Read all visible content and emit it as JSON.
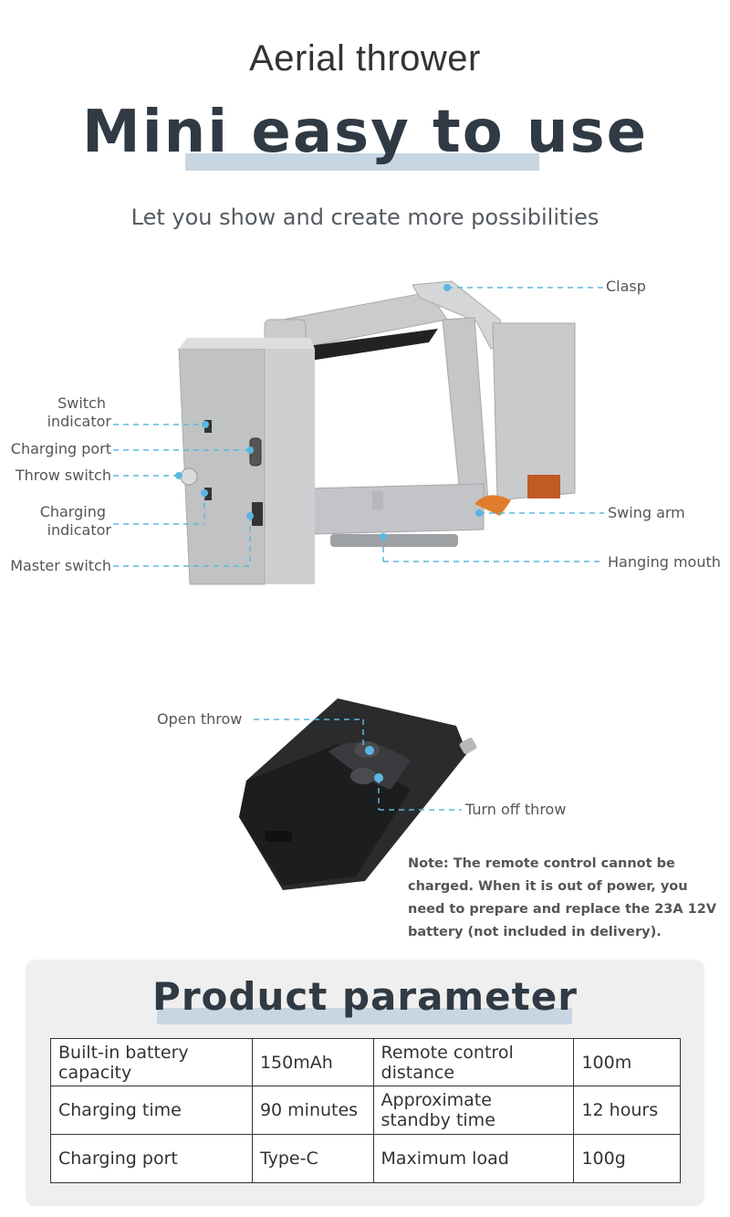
{
  "header": {
    "subtitle": "Aerial thrower",
    "title": "Mini easy to use",
    "tagline": "Let you show and create more possibilities"
  },
  "device_labels": {
    "clasp": "Clasp",
    "switch_indicator_1": "Switch",
    "switch_indicator_2": "indicator",
    "charging_port": "Charging port",
    "throw_switch": "Throw switch",
    "charging_indicator_1": "Charging",
    "charging_indicator_2": "indicator",
    "master_switch": "Master switch",
    "swing_arm": "Swing arm",
    "hanging_mouth": "Hanging mouth"
  },
  "remote_labels": {
    "open_throw": "Open throw",
    "turn_off_throw": "Turn off throw"
  },
  "note": {
    "line1": "Note: The remote control cannot be",
    "line2": "charged. When it is out of power, you",
    "line3": "need to prepare and replace the 23A 12V",
    "line4": "battery (not included in delivery)."
  },
  "parameters": {
    "title": "Product parameter",
    "rows": [
      {
        "k1a": "Built-in battery",
        "k1b": "capacity",
        "v1": "150mAh",
        "k2a": "Remote control",
        "k2b": "distance",
        "v2": "100m"
      },
      {
        "k1a": "Charging time",
        "k1b": "",
        "v1": "90 minutes",
        "k2a": "Approximate",
        "k2b": "standby time",
        "v2": "12 hours"
      },
      {
        "k1a": "Charging port",
        "k1b": "",
        "v1": "Type-C",
        "k2a": "Maximum load",
        "k2b": "",
        "v2": "100g"
      }
    ]
  },
  "colors": {
    "accent_underline": "#c7d6e2",
    "leader_line": "#5bb7e0",
    "title_text": "#2f3a44"
  }
}
